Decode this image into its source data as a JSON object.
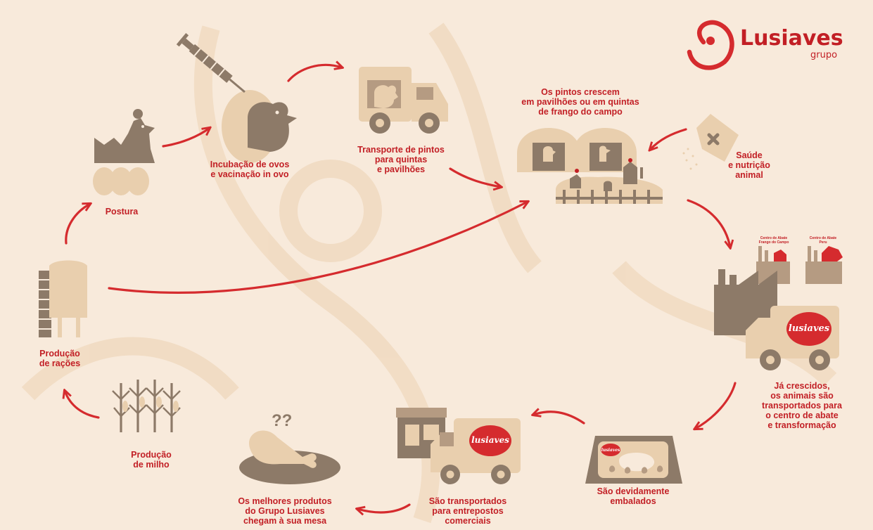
{
  "logo": {
    "name": "Lusiaves",
    "sub": "grupo",
    "brand_mark": "lusiaves"
  },
  "steps": [
    {
      "id": "postura",
      "lines": [
        "Postura"
      ]
    },
    {
      "id": "incubacao",
      "lines": [
        "Incubação de ovos",
        "e vacinação in ovo"
      ]
    },
    {
      "id": "transporte-pintos",
      "lines": [
        "Transporte de pintos",
        "para quintas",
        "e pavilhões"
      ]
    },
    {
      "id": "crescimento",
      "lines": [
        "Os pintos crescem",
        "em pavilhões ou em quintas",
        "de frango do campo"
      ]
    },
    {
      "id": "saude",
      "lines": [
        "Saúde",
        "e nutrição",
        "animal"
      ]
    },
    {
      "id": "abate",
      "lines": [
        "Já crescidos,",
        "os animais são",
        "transportados para",
        "o centro de abate",
        "e transformação"
      ]
    },
    {
      "id": "embalados",
      "lines": [
        "São devidamente",
        "embalados"
      ]
    },
    {
      "id": "entrepostos",
      "lines": [
        "São transportados",
        "para entrepostos",
        "comerciais"
      ]
    },
    {
      "id": "mesa",
      "lines": [
        "Os melhores produtos",
        "do Grupo Lusiaves",
        "chegam à sua mesa"
      ]
    },
    {
      "id": "milho",
      "lines": [
        "Produção",
        "de milho"
      ]
    },
    {
      "id": "racoes",
      "lines": [
        "Produção",
        "de rações"
      ]
    }
  ],
  "factories": [
    {
      "id": "frango-campo",
      "lines": [
        "Centro de Abate",
        "Frango do Campo"
      ]
    },
    {
      "id": "peru",
      "lines": [
        "Centro de Abate",
        "Peru"
      ]
    }
  ],
  "colors": {
    "background": "#f8eadb",
    "accent": "#d52b2e",
    "text": "#c21f25",
    "dark": "#8d7a68",
    "light": "#e9cfae"
  }
}
